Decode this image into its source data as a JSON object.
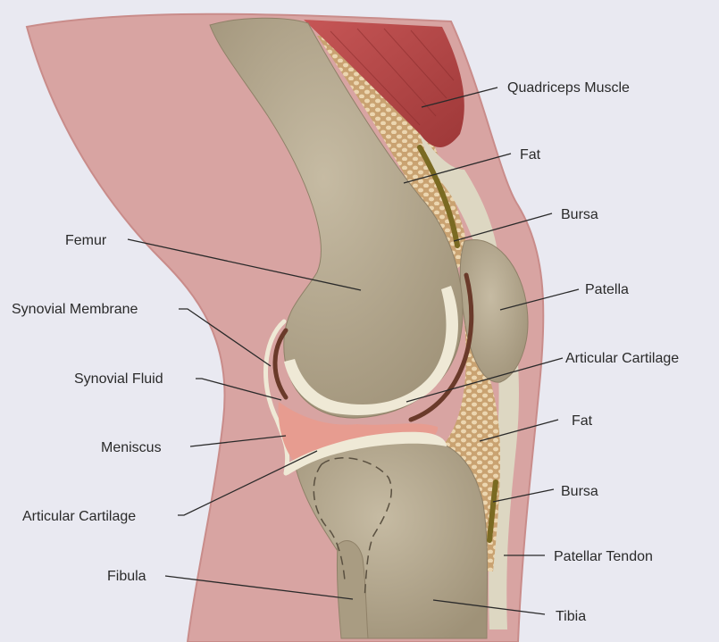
{
  "colors": {
    "background": "#e9e9f1",
    "skin": "#d8a4a2",
    "skin_edge": "#c98c8a",
    "muscle": "#b84848",
    "fat": "#d9b98e",
    "bone": "#b7ab92",
    "cartilage": "#efe9d6",
    "synovial_membrane": "#6a3a2a",
    "meniscus": "#e79c90",
    "bursa": "#7a6a22",
    "tendon": "#ddd7c2"
  },
  "labels": {
    "quadriceps_muscle": "Quadriceps Muscle",
    "fat_upper": "Fat",
    "bursa_upper": "Bursa",
    "patella": "Patella",
    "articular_cartilage_right": "Articular Cartilage",
    "fat_lower": "Fat",
    "bursa_lower": "Bursa",
    "patellar_tendon": "Patellar Tendon",
    "tibia": "Tibia",
    "femur": "Femur",
    "synovial_membrane": "Synovial Membrane",
    "synovial_fluid": "Synovial Fluid",
    "meniscus": "Meniscus",
    "articular_cartilage_left": "Articular Cartilage",
    "fibula": "Fibula"
  }
}
